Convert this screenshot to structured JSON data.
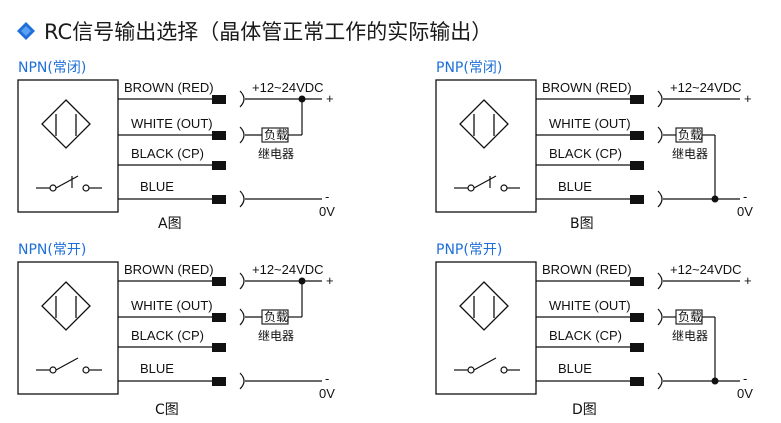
{
  "header": {
    "title": "RC信号输出选择（晶体管正常工作的实际输出）",
    "accent_color": "#1e6fd9",
    "icon": "blue-diamond-icon"
  },
  "wires": {
    "brown": "BROWN (RED)",
    "white": "WHITE (OUT)",
    "black": "BLACK (CP)",
    "blue": "BLUE"
  },
  "supply": {
    "voltage": "+12~24VDC",
    "plus": "+",
    "minus": "-",
    "zero": "0V"
  },
  "load": {
    "box_label": "负载",
    "relay_label": "继电器"
  },
  "panels": [
    {
      "title": "NPN(常闭)",
      "caption": "A图"
    },
    {
      "title": "PNP(常闭)",
      "caption": "B图"
    },
    {
      "title": "NPN(常开)",
      "caption": "C图"
    },
    {
      "title": "PNP(常开)",
      "caption": "D图"
    }
  ]
}
